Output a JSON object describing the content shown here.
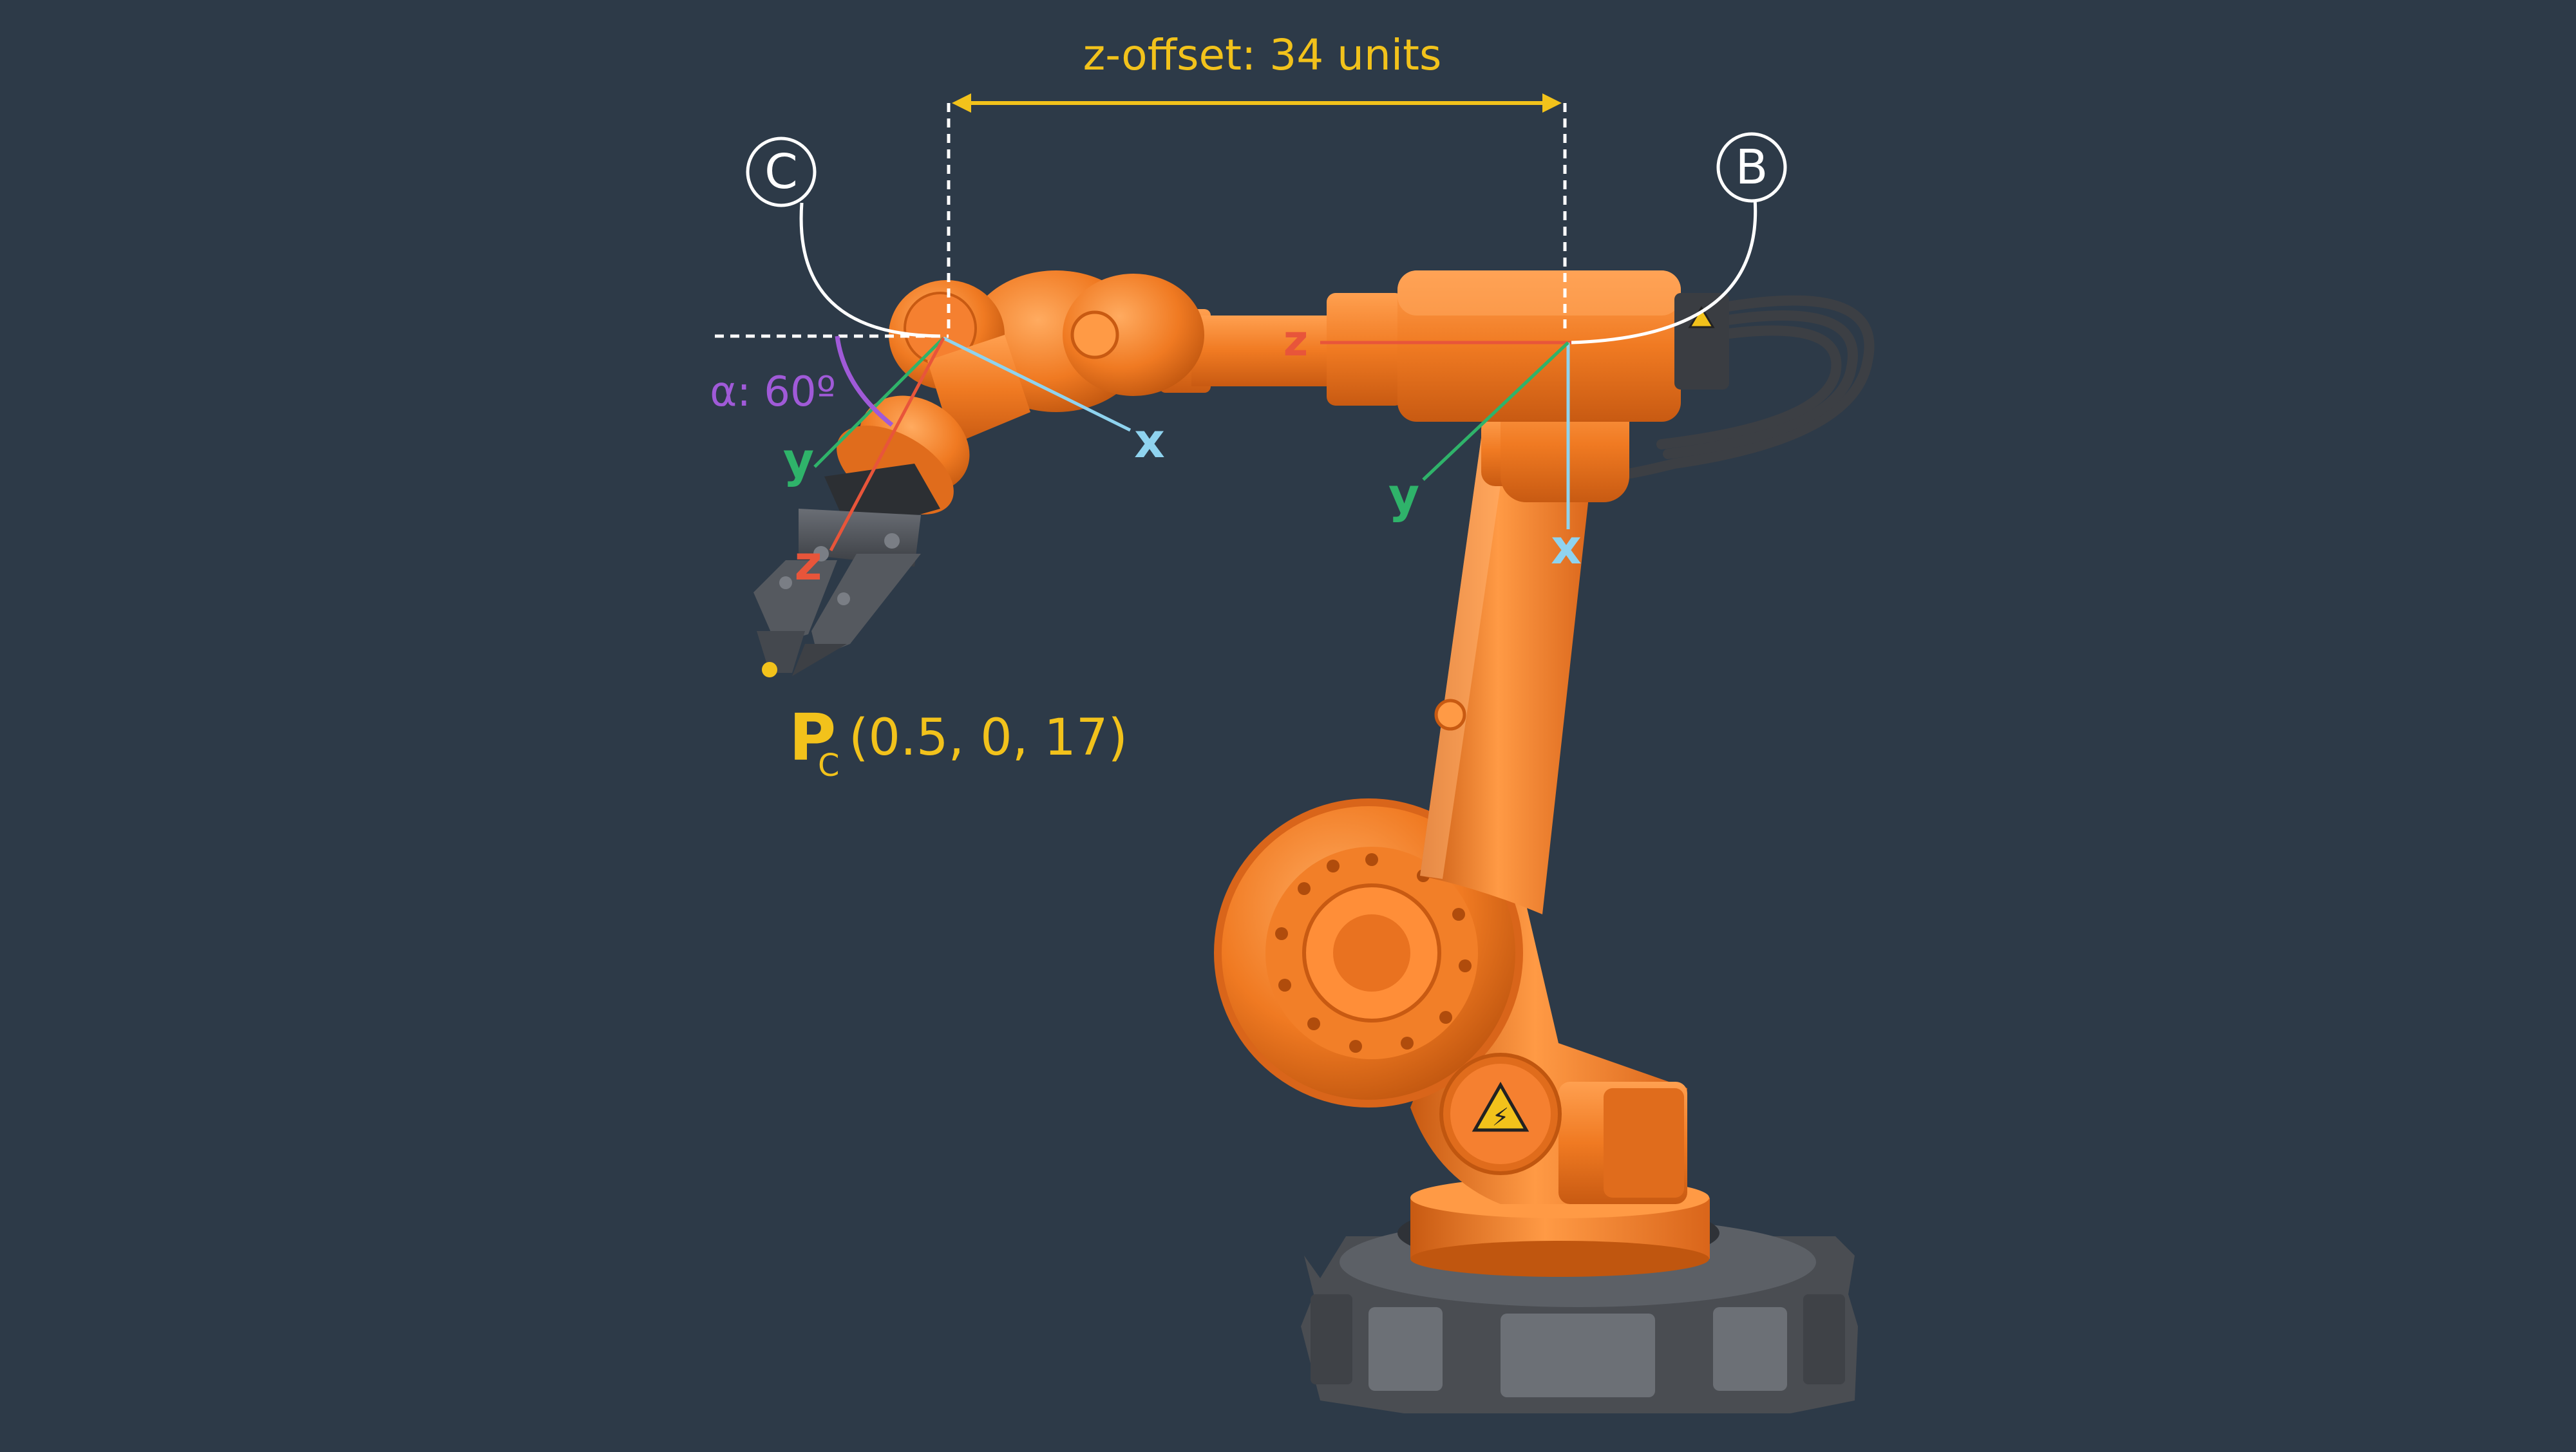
{
  "diagram": {
    "dimension_label": "z-offset: 34 units",
    "frames": {
      "c": {
        "marker": "C",
        "axes": {
          "x": "x",
          "y": "y",
          "z": "z"
        }
      },
      "b": {
        "marker": "B",
        "axes": {
          "x": "x",
          "y": "y",
          "z": "z"
        }
      }
    },
    "angle_label": "α: 60º",
    "point_label": {
      "symbol": "P",
      "subscript": "C",
      "coords": "(0.5, 0, 17)"
    },
    "warning_symbol": "⚡"
  },
  "colors": {
    "background": "#2d3a48",
    "robot_orange": "#f07a22",
    "robot_orange_dark": "#c85a12",
    "robot_orange_light": "#ffa050",
    "gripper_gray": "#4a4e55",
    "base_gray": "#505358",
    "annotation_yellow": "#f2c21b",
    "axis_x": "#8fd3ef",
    "axis_y": "#2fb36a",
    "axis_z": "#e8553a",
    "angle_purple": "#a05ad8",
    "white": "#ffffff"
  }
}
